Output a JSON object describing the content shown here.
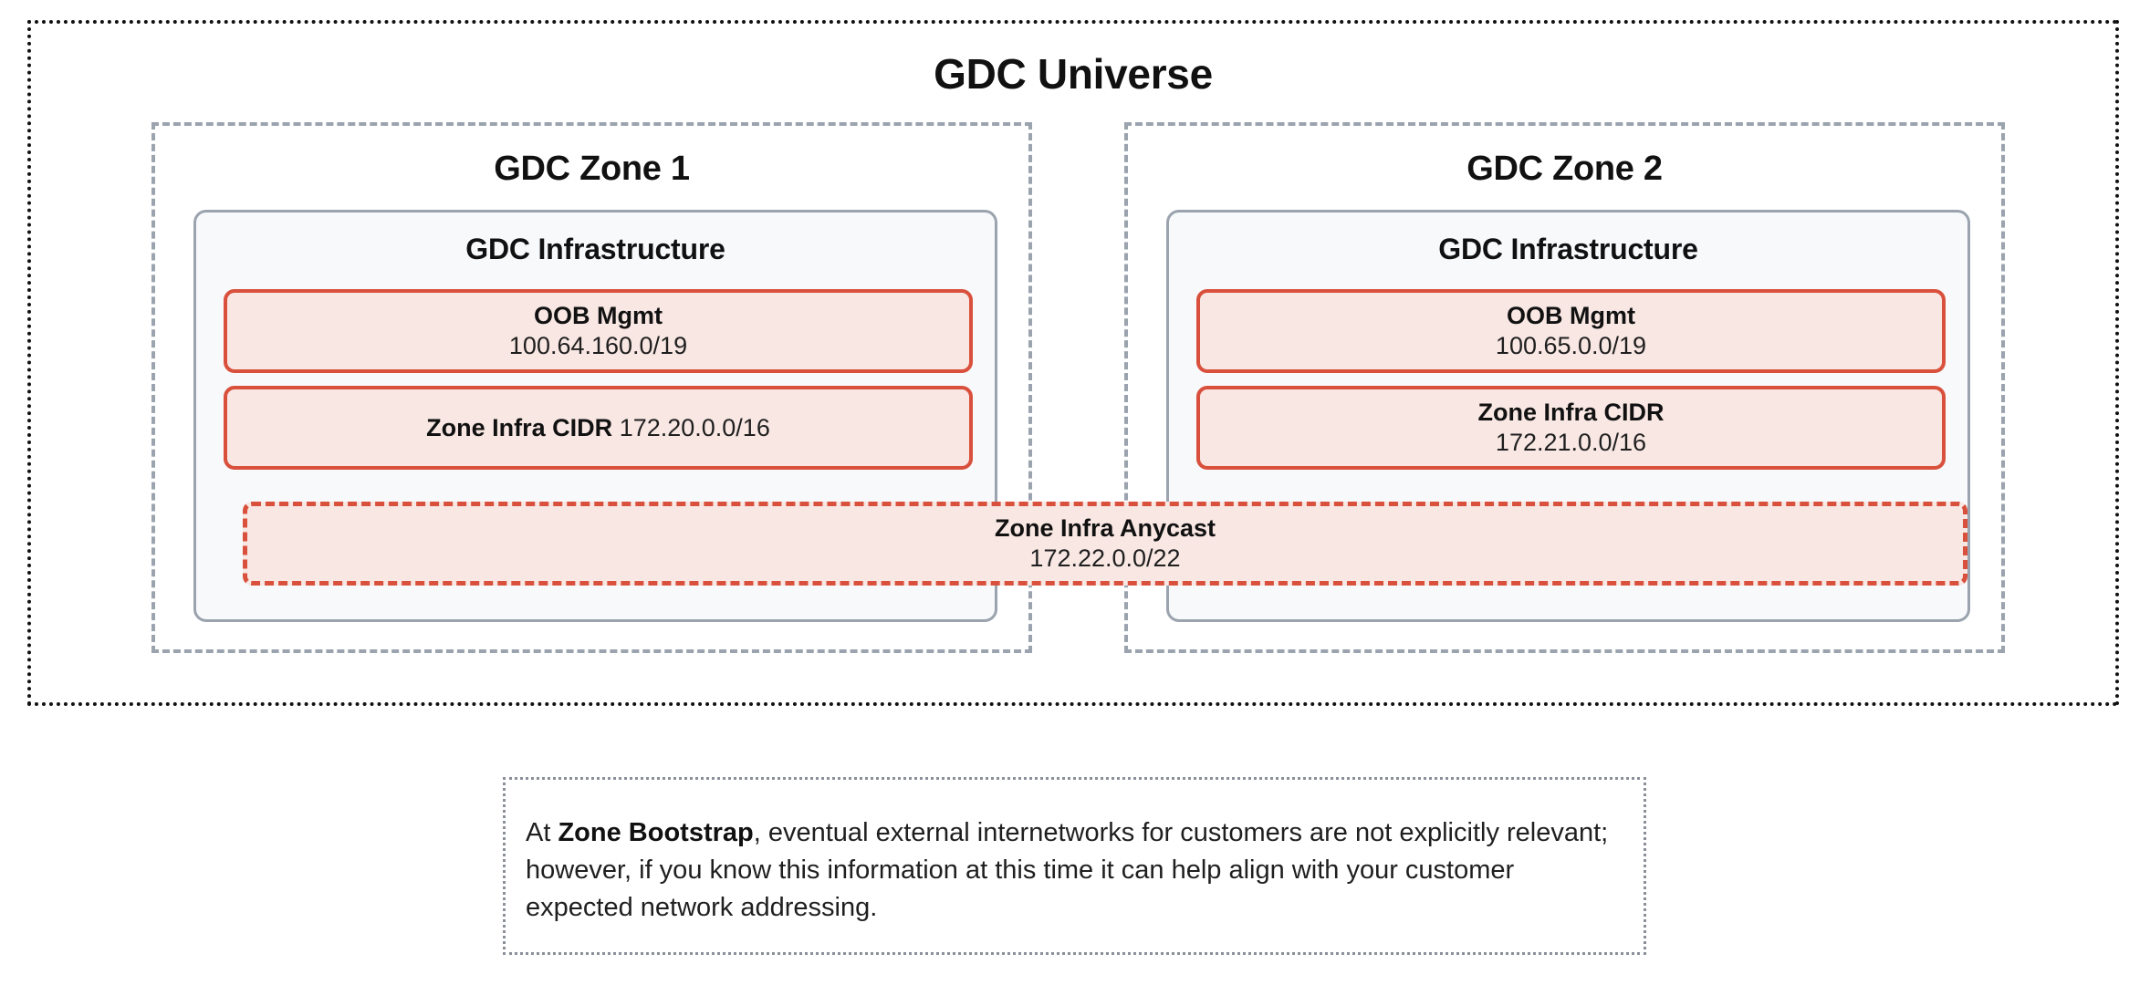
{
  "universe": {
    "title": "GDC Universe",
    "border_style": "dotted",
    "border_color": "#111111"
  },
  "colors": {
    "cidr_border": "#d9503c",
    "cidr_fill": "#f8e7e3",
    "zone_border": "#9aa3ae",
    "infra_fill": "#f7f9fb",
    "footnote_border": "#8a8f98"
  },
  "zones": [
    {
      "title": "GDC Zone 1",
      "infrastructure": {
        "title": "GDC Infrastructure",
        "boxes": [
          {
            "name": "OOB Mgmt",
            "value": "100.64.160.0/19",
            "layout": "stacked",
            "border": "solid"
          },
          {
            "name": "Zone Infra CIDR",
            "value": "172.20.0.0/16",
            "layout": "inline",
            "border": "solid"
          }
        ]
      }
    },
    {
      "title": "GDC Zone 2",
      "infrastructure": {
        "title": "GDC Infrastructure",
        "boxes": [
          {
            "name": "OOB Mgmt",
            "value": "100.65.0.0/19",
            "layout": "stacked",
            "border": "solid"
          },
          {
            "name": "Zone Infra CIDR",
            "value": "172.21.0.0/16",
            "layout": "stacked",
            "border": "solid"
          }
        ]
      }
    }
  ],
  "anycast": {
    "name": "Zone Infra Anycast",
    "value": "172.22.0.0/22",
    "border": "dashed",
    "spans_zones": true
  },
  "footnote": {
    "lead": "At ",
    "emphasis": "Zone Bootstrap",
    "rest": ", eventual external internetworks for customers are not explicitly relevant; however, if you know this information at this time it can help align with your customer expected network addressing.",
    "full_text": "At Zone Bootstrap, eventual external internetworks for customers are not explicitly relevant; however, if you know this information at this time it can help align with your customer expected network addressing."
  }
}
